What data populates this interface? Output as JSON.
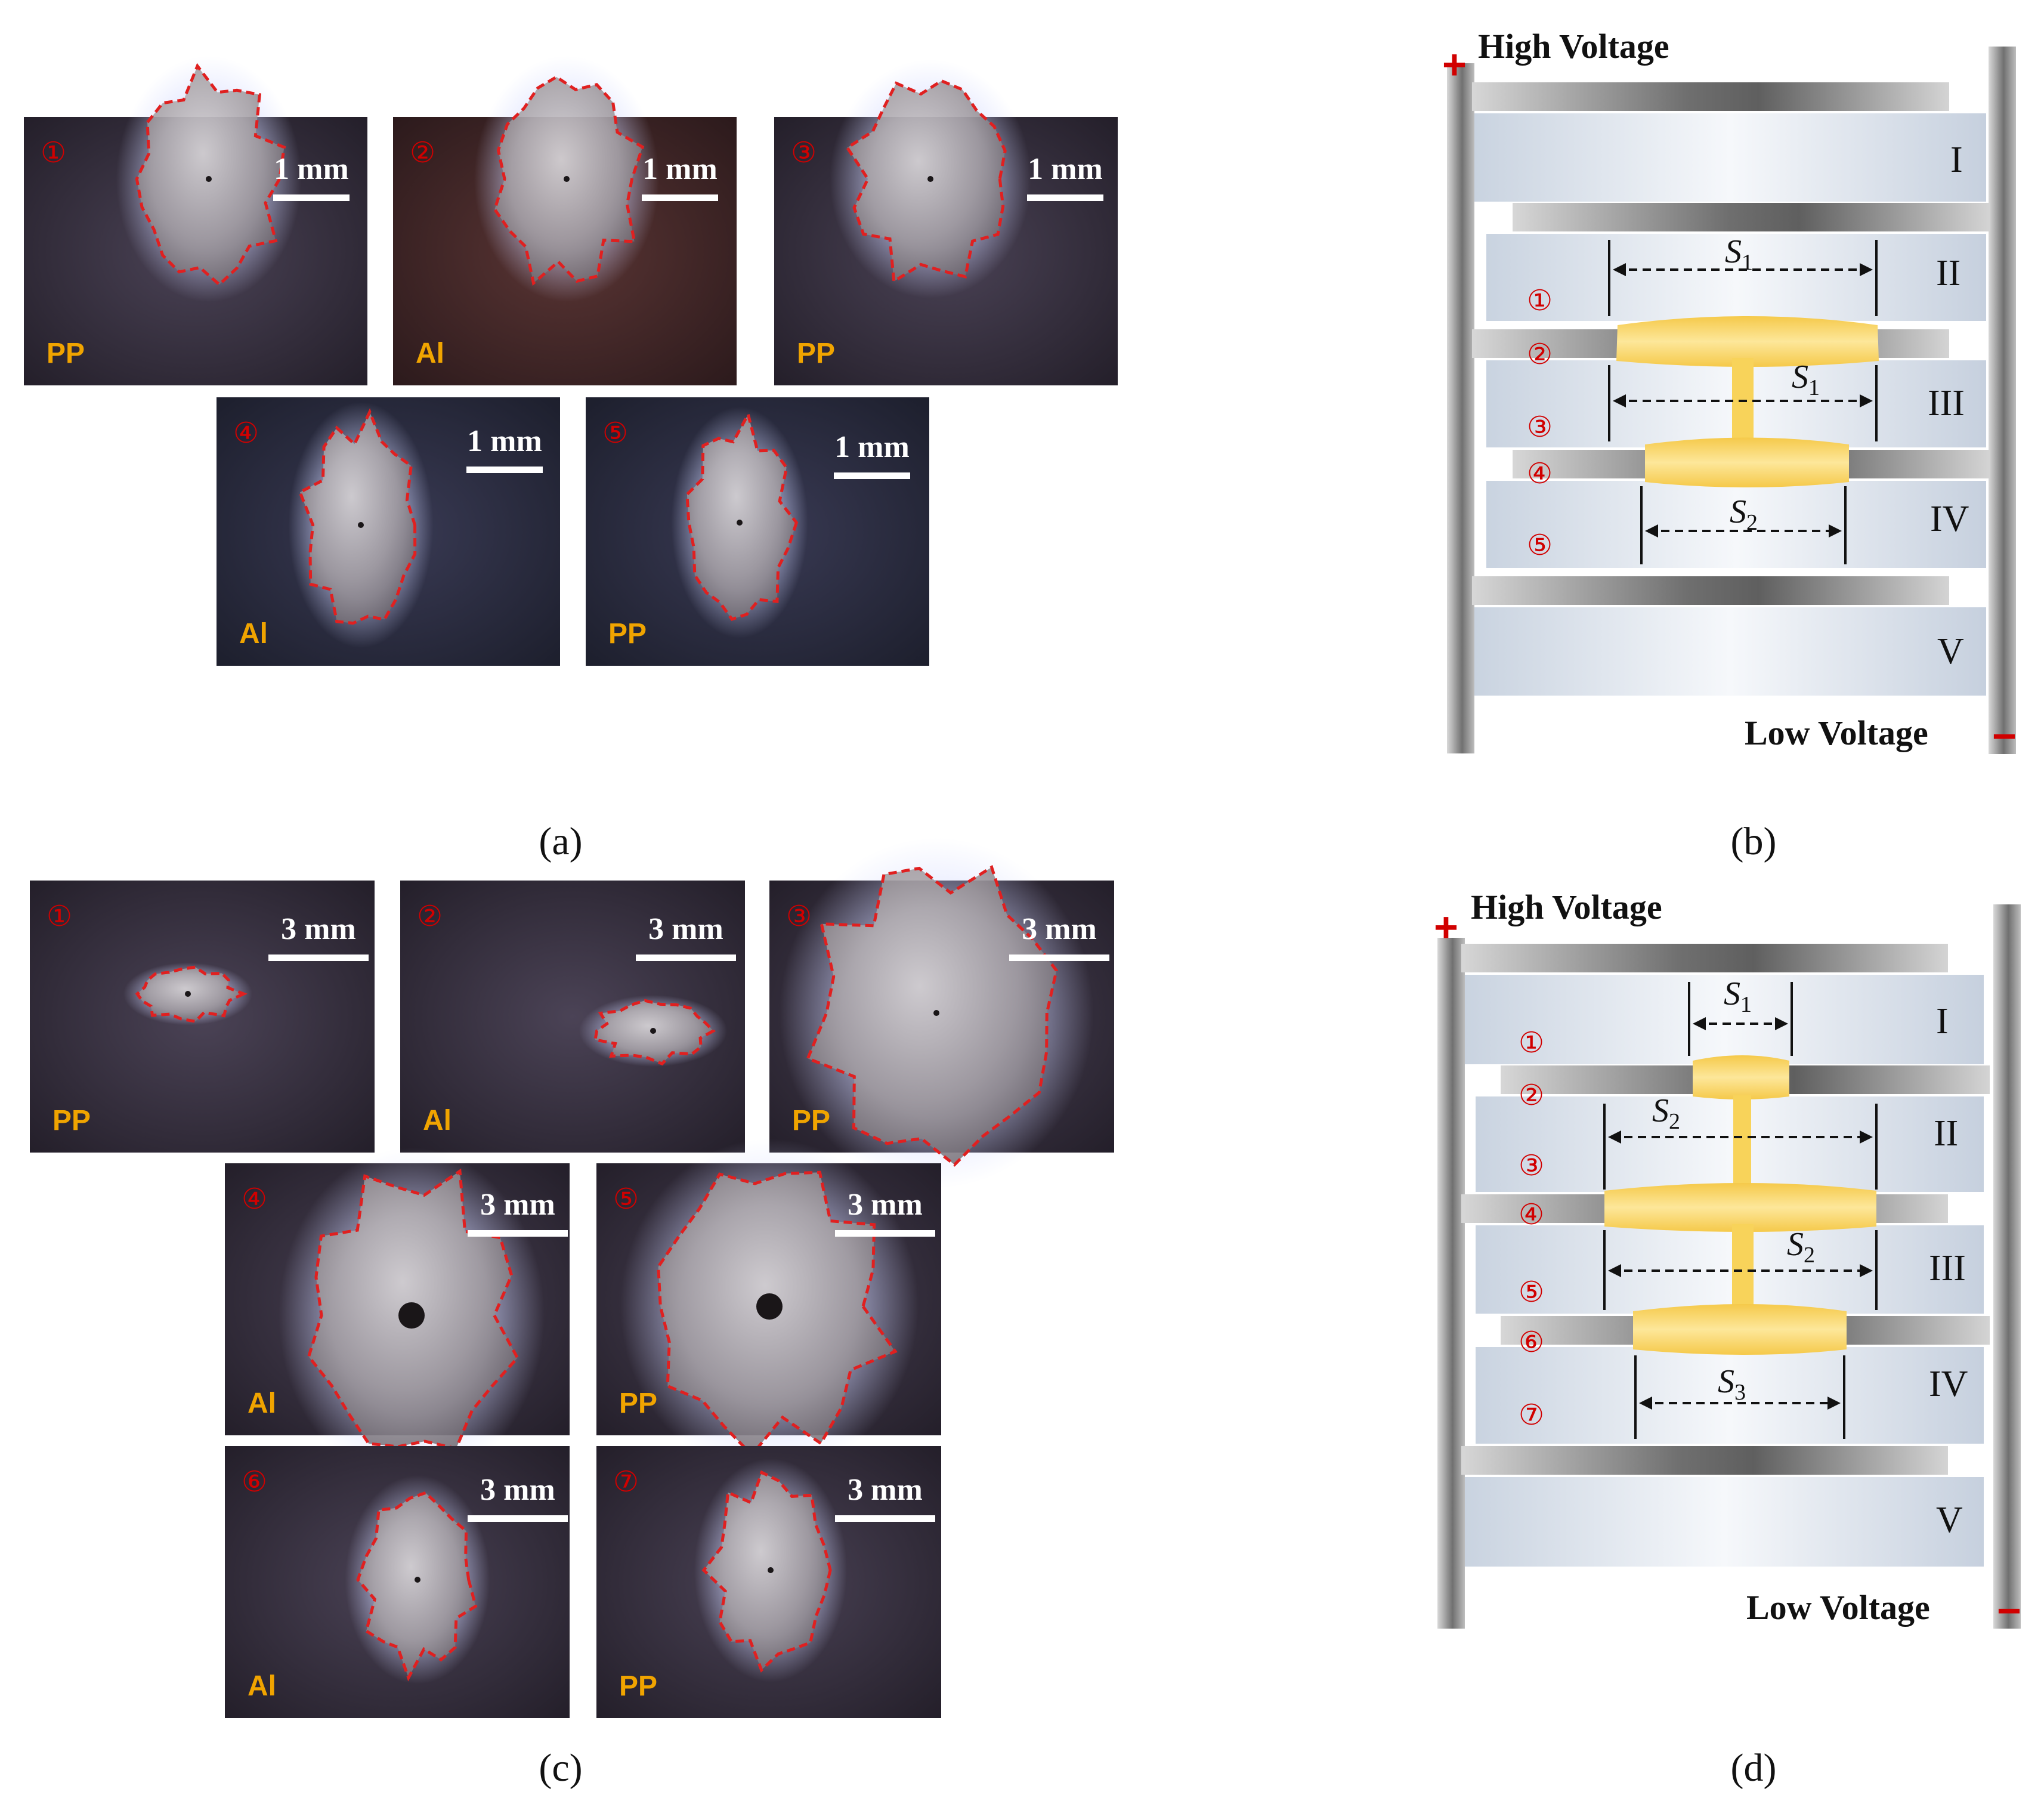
{
  "panels": {
    "a": {
      "label": "(a)",
      "photos": [
        {
          "num": "①",
          "scale": "1 mm",
          "material": "PP"
        },
        {
          "num": "②",
          "scale": "1 mm",
          "material": "Al"
        },
        {
          "num": "③",
          "scale": "1 mm",
          "material": "PP"
        },
        {
          "num": "④",
          "scale": "1 mm",
          "material": "Al"
        },
        {
          "num": "⑤",
          "scale": "1 mm",
          "material": "PP"
        }
      ]
    },
    "b": {
      "label": "(b)",
      "high": "High Voltage",
      "low": "Low Voltage",
      "plus": "+",
      "minus": "−",
      "layers": [
        "I",
        "II",
        "III",
        "IV",
        "V"
      ],
      "nums": [
        "①",
        "②",
        "③",
        "④",
        "⑤"
      ],
      "dims": [
        {
          "sym": "S",
          "sub": "1"
        },
        {
          "sym": "S",
          "sub": "1"
        },
        {
          "sym": "S",
          "sub": "2"
        }
      ]
    },
    "c": {
      "label": "(c)",
      "photos": [
        {
          "num": "①",
          "scale": "3 mm",
          "material": "PP"
        },
        {
          "num": "②",
          "scale": "3 mm",
          "material": "Al"
        },
        {
          "num": "③",
          "scale": "3 mm",
          "material": "PP"
        },
        {
          "num": "④",
          "scale": "3 mm",
          "material": "Al"
        },
        {
          "num": "⑤",
          "scale": "3 mm",
          "material": "PP"
        },
        {
          "num": "⑥",
          "scale": "3 mm",
          "material": "Al"
        },
        {
          "num": "⑦",
          "scale": "3 mm",
          "material": "PP"
        }
      ]
    },
    "d": {
      "label": "(d)",
      "high": "High Voltage",
      "low": "Low Voltage",
      "plus": "+",
      "minus": "−",
      "layers": [
        "I",
        "II",
        "III",
        "IV",
        "V"
      ],
      "nums": [
        "①",
        "②",
        "③",
        "④",
        "⑤",
        "⑥",
        "⑦"
      ],
      "dims": [
        {
          "sym": "S",
          "sub": "1"
        },
        {
          "sym": "S",
          "sub": "2"
        },
        {
          "sym": "S",
          "sub": "2"
        },
        {
          "sym": "S",
          "sub": "3"
        }
      ]
    }
  },
  "colors": {
    "damage_outline": "#e02020",
    "discharge_channel": "#f9d45a",
    "label_red": "#d10000",
    "material_label": "#f0a400"
  }
}
